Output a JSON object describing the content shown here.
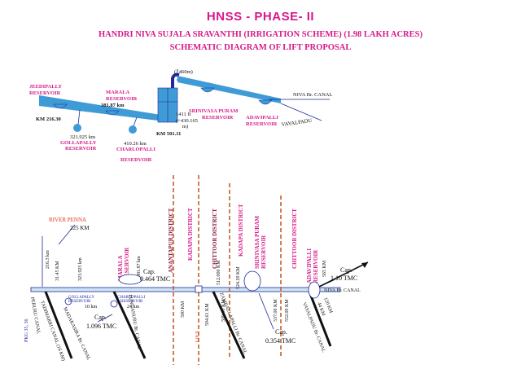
{
  "header": {
    "title": "HNSS - PHASE- II",
    "subtitle": "HANDRI NIVA SUJALA SRAVANTHI (IRRIGATION SCHEME) (1.98 LAKH ACRES)",
    "diagram_title": "SCHEMATIC DIAGRAM OF LIFT PROPOSAL"
  },
  "colors": {
    "accent": "#d6188a",
    "water": "#3f9bd6",
    "district": "#c0602a"
  },
  "top_diagram": {
    "jeedipally": [
      "JEEDIPALLY",
      "RESERVOIR"
    ],
    "km_start": "KM 216.30",
    "marala": [
      "MARALA",
      "RESERVOIR",
      "381.87 km"
    ],
    "gollapally": [
      "321.925 km",
      "GOLLAPALLY",
      "RESERVOIR"
    ],
    "charlopalli": [
      "410.26 km",
      "CHARLOPALLI",
      "RESERVOIR"
    ],
    "lift_top": "(+460m)",
    "lift_mid": "1411 ft",
    "lift_low": "(+430.165",
    "lift_low2": "m)",
    "km_mid": "KM 501.11",
    "srinivasa": [
      "SRINIVASA PURAM",
      "RESERVOIR"
    ],
    "adavipalli": [
      "ADAVIPALLI",
      "RESERVOIR"
    ],
    "niva_canal": "NIVA Br. CANAL",
    "vayalpadu": "VAYALPADU"
  },
  "bottom_diagram": {
    "river_penna": "RIVER PENNA",
    "km_225": "225 KM",
    "km_2163": "216.3 km",
    "km_3145": "31.45 KM",
    "km_3239": "323.925 km",
    "marala_res": [
      "MARALA",
      "RESERVOIR"
    ],
    "marala_km": "381.87 km",
    "cap_0464": [
      "Cap.",
      "0.464 TMC"
    ],
    "gollapally": [
      "GOLLAPALLY",
      "RESERVOIR"
    ],
    "km_10": "10 km",
    "charlopalli": [
      "CHARLOPALLI",
      "RESERVOIR"
    ],
    "km_24": "24 km",
    "cap_1096": [
      "Cap.",
      "1.096 TMC"
    ],
    "peruru": "PERURU CANAL",
    "pkg": "PKG 35, 36",
    "tadimarri": "TADIMARRI CANAL (16 KM)",
    "madakasira": "MADAKASIRA Br. CANAL",
    "punganur": "PUNGANURU Br. CANAL",
    "km_500": "500 KM",
    "km_50461": "504.61 KM",
    "km_509": "509.00 KM",
    "km_512": "512.000 KM",
    "lift9": "Lift 9",
    "anantapur": "ANANTAPUR DISTRICT",
    "kadapa1": "KADAPA DISTRICT",
    "chittoor1": "CHITTOOR DISTRICT",
    "kadapa2": "KADAPA DISTRICT",
    "srinivasa": [
      "SRINIVASA PURAM",
      "RESERVOIR"
    ],
    "chittoor2": "CHITTOOR DISTRICT",
    "km_537": "537.00 KM",
    "km_552": "552.00 KM",
    "km_524": "524.20 KM",
    "cap_0354": [
      "Cap.",
      "0.354 TMC"
    ],
    "zamballapalli": "ZAMBALLAPALLI Br. CANAL",
    "adavipalli": [
      "ADAVIPALLI",
      "RESERVOIR"
    ],
    "adavi_km": "565 KM",
    "cap_110": [
      "Cap.",
      "1.10 TMC"
    ],
    "niva_canal": "NIVA Br. CANAL",
    "vayalpadu_canal": "VAYALPADU Br. CANAL",
    "km_44": "44 KM",
    "km_120": "120 KM"
  }
}
